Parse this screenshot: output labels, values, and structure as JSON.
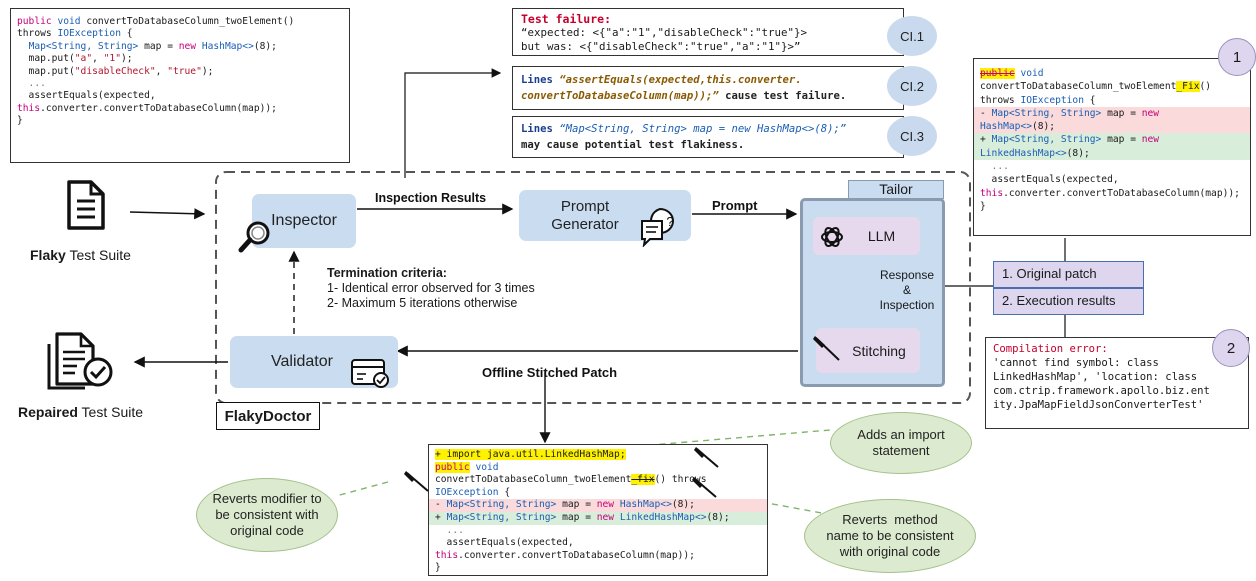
{
  "flaky_code": {
    "lines": [
      {
        "segs": [
          [
            "kw",
            "public "
          ],
          [
            "ty",
            "void "
          ],
          [
            "",
            "convertToDatabaseColumn_twoElement()"
          ]
        ]
      },
      {
        "segs": [
          [
            "",
            "throws "
          ],
          [
            "ty",
            "IOException"
          ],
          [
            "",
            " {"
          ]
        ]
      },
      {
        "segs": [
          [
            "",
            "  "
          ],
          [
            "ty",
            "Map<String, String>"
          ],
          [
            "",
            " map = "
          ],
          [
            "kw",
            "new "
          ],
          [
            "ty",
            "HashMap<>"
          ],
          [
            "",
            "(8);"
          ]
        ]
      },
      {
        "segs": [
          [
            "",
            "  map.put("
          ],
          [
            "str",
            "\"a\""
          ],
          [
            "",
            ", "
          ],
          [
            "str",
            "\"1\""
          ],
          [
            "",
            ");"
          ]
        ]
      },
      {
        "segs": [
          [
            "",
            "  map.put("
          ],
          [
            "str",
            "\"disableCheck\""
          ],
          [
            "",
            ", "
          ],
          [
            "str",
            "\"true\""
          ],
          [
            "",
            ");"
          ]
        ]
      },
      {
        "segs": [
          [
            "cm",
            "  ..."
          ]
        ]
      },
      {
        "segs": [
          [
            "",
            "  assertEquals(expected,"
          ]
        ]
      },
      {
        "segs": [
          [
            "kw",
            "this"
          ],
          [
            "",
            ".converter.convertToDatabaseColumn(map));"
          ]
        ]
      },
      {
        "segs": [
          [
            "",
            "}"
          ]
        ]
      }
    ]
  },
  "flaky_suite": {
    "bold": "Flaky",
    "rest": " Test Suite"
  },
  "repaired_suite": {
    "bold": "Repaired",
    "rest": " Test Suite"
  },
  "inspection": {
    "ci1": {
      "title": "Test failure:",
      "line1": "“expected: <{\"a\":\"1\",\"disableCheck\":\"true\"}>",
      "line2": "but was: <{\"disableCheck\":\"true\",\"a\":\"1\"}>”",
      "badge": "CI.1"
    },
    "ci2": {
      "line1_prefix": "Lines ",
      "line1_code": "“assertEquals(expected,this.converter.",
      "line2_code": "convertToDatabaseColumn(map));”",
      "line2_suffix": " cause test failure.",
      "badge": "CI.2"
    },
    "ci3": {
      "line1_prefix": "Lines ",
      "line1_code": "“Map<String, String> map = new HashMap<>(8);”",
      "line2": "may cause potential test flakiness.",
      "badge": "CI.3"
    }
  },
  "pipeline": {
    "inspector": "Inspector",
    "prompt_generator": "Prompt\nGenerator",
    "validator": "Validator",
    "tailor": "Tailor",
    "llm": "LLM",
    "stitching": "Stitching",
    "flakydoctor": "FlakyDoctor",
    "inspection_results": "Inspection Results",
    "prompt": "Prompt",
    "response": "Response\n&\nInspection",
    "offline_patch": "Offline Stitched Patch",
    "termination_title": "Termination criteria:",
    "termination_1": "1- Identical error observed for 3 times",
    "termination_2": "2- Maximum 5 iterations otherwise"
  },
  "feedback": {
    "original_patch": "1. Original patch",
    "execution_results": "2. Execution results",
    "num1": "1",
    "num2": "2"
  },
  "patch_code": {
    "lines": [
      {
        "segs": [
          [
            "strike-kw",
            "public"
          ],
          [
            "",
            " "
          ],
          [
            "ty",
            "void"
          ]
        ]
      },
      {
        "segs": [
          [
            "",
            "convertToDatabaseColumn_twoElement"
          ],
          [
            "hl",
            "_Fix"
          ],
          [
            "",
            "()"
          ]
        ]
      },
      {
        "segs": [
          [
            "",
            "throws "
          ],
          [
            "ty",
            "IOException"
          ],
          [
            "",
            " {"
          ]
        ]
      },
      {
        "cls": "del",
        "segs": [
          [
            "",
            "- "
          ],
          [
            "ty",
            "Map<String, String>"
          ],
          [
            "",
            " map = "
          ],
          [
            "kw",
            "new"
          ]
        ]
      },
      {
        "cls": "del",
        "segs": [
          [
            "ty",
            "HashMap<>"
          ],
          [
            "",
            "(8);"
          ]
        ]
      },
      {
        "cls": "add",
        "segs": [
          [
            "",
            "+ "
          ],
          [
            "ty",
            "Map<String, String>"
          ],
          [
            "",
            " map = "
          ],
          [
            "kw",
            "new"
          ]
        ]
      },
      {
        "cls": "add",
        "segs": [
          [
            "ty",
            "LinkedHashMap<>"
          ],
          [
            "",
            "(8);"
          ]
        ]
      },
      {
        "segs": [
          [
            "cm",
            "  ..."
          ]
        ]
      },
      {
        "segs": [
          [
            "",
            "  assertEquals(expected,"
          ]
        ]
      },
      {
        "segs": [
          [
            "kw",
            "this"
          ],
          [
            "",
            ".converter.convertToDatabaseColumn(map));"
          ]
        ]
      },
      {
        "segs": [
          [
            "",
            "}"
          ]
        ]
      }
    ]
  },
  "compile_error": {
    "title": "Compilation error:",
    "lines": [
      "'cannot find symbol: class",
      "LinkedHashMap', 'location: class",
      "com.ctrip.framework.apollo.biz.ent",
      "ity.JpaMapFieldJsonConverterTest'"
    ]
  },
  "stitched_code": {
    "lines": [
      {
        "segs": [
          [
            "hl",
            "+ import java.util.LinkedHashMap;"
          ]
        ]
      },
      {
        "segs": [
          [
            "hl-kw",
            "public"
          ],
          [
            "",
            " "
          ],
          [
            "ty",
            "void"
          ]
        ]
      },
      {
        "segs": [
          [
            "",
            "convertToDatabaseColumn_twoElement"
          ],
          [
            "hl-strike",
            "_fix"
          ],
          [
            "",
            "() throws"
          ]
        ]
      },
      {
        "segs": [
          [
            "ty",
            "IOException"
          ],
          [
            "",
            " {"
          ]
        ]
      },
      {
        "cls": "del",
        "segs": [
          [
            "",
            "- "
          ],
          [
            "ty",
            "Map<String, String>"
          ],
          [
            "",
            " map = "
          ],
          [
            "kw",
            "new "
          ],
          [
            "ty",
            "HashMap<>"
          ],
          [
            "",
            "(8);"
          ]
        ]
      },
      {
        "cls": "add",
        "segs": [
          [
            "",
            "+ "
          ],
          [
            "ty",
            "Map<String, String>"
          ],
          [
            "",
            " map = "
          ],
          [
            "kw",
            "new "
          ],
          [
            "ty",
            "LinkedHashMap<>"
          ],
          [
            "",
            "(8);"
          ]
        ]
      },
      {
        "segs": [
          [
            "cm",
            "  ..."
          ]
        ]
      },
      {
        "segs": [
          [
            "",
            "  assertEquals(expected,"
          ]
        ]
      },
      {
        "segs": [
          [
            "kw",
            "this"
          ],
          [
            "",
            ".converter.convertToDatabaseColumn(map));"
          ]
        ]
      },
      {
        "segs": [
          [
            "",
            "}"
          ]
        ]
      }
    ]
  },
  "annotations": {
    "import": "Adds an import\nstatement",
    "modifier": "Reverts modifier to\nbe consistent with\noriginal code",
    "method": "Reverts  method\nname to be consistent\nwith original code"
  },
  "colors": {
    "box_blue": "#c9dcf0",
    "llm_purple": "#e6d9ee",
    "ellipse_green": "#dcebcf",
    "badge_purple": "#ddd6ee"
  }
}
